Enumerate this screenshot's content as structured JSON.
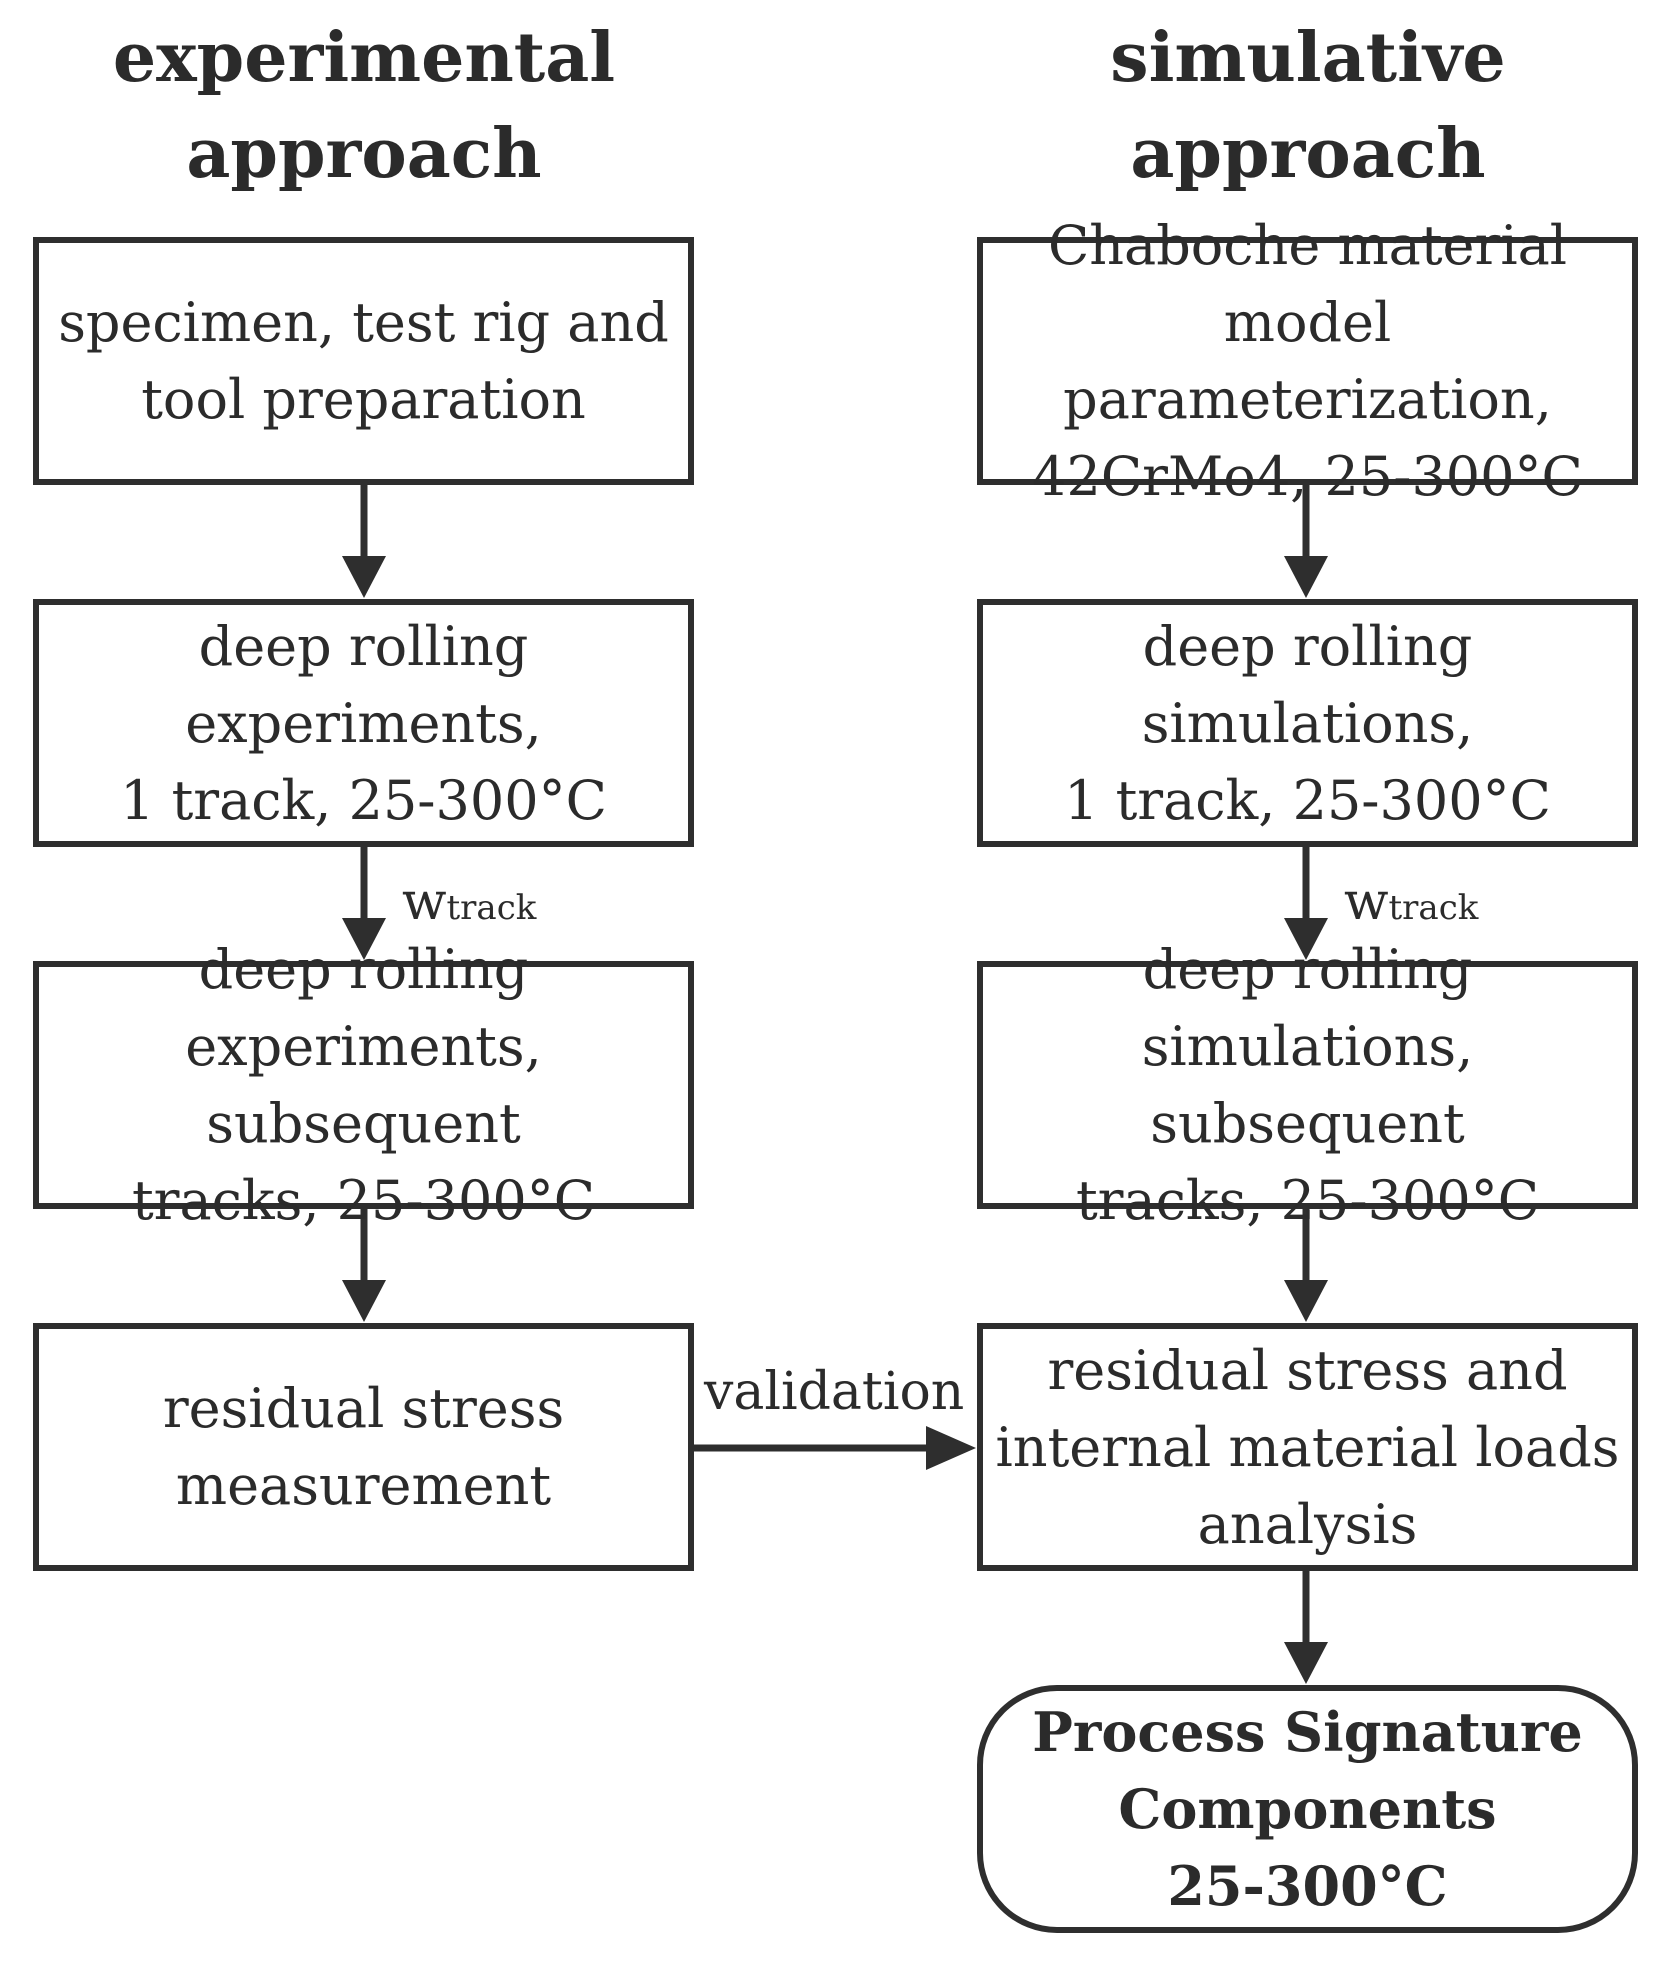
{
  "headings": {
    "experimental": "experimental\napproach",
    "simulative": "simulative\napproach"
  },
  "experimental_steps": [
    "specimen, test rig and\ntool preparation",
    "deep rolling\nexperiments,\n1 track, 25-300°C",
    "deep rolling\nexperiments, subsequent\ntracks, 25-300°C",
    "residual stress\nmeasurement"
  ],
  "simulative_steps": [
    "Chaboche material\nmodel parameterization,\n42CrMo4, 25-300°C",
    "deep rolling\nsimulations,\n1 track, 25-300°C",
    "deep rolling\nsimulations, subsequent\ntracks, 25-300°C",
    "residual stress and\ninternal material loads\nanalysis"
  ],
  "result": "Process Signature\nComponents\n25-300°C",
  "labels": {
    "w_main": "w",
    "w_sub": "track",
    "validation": "validation"
  }
}
